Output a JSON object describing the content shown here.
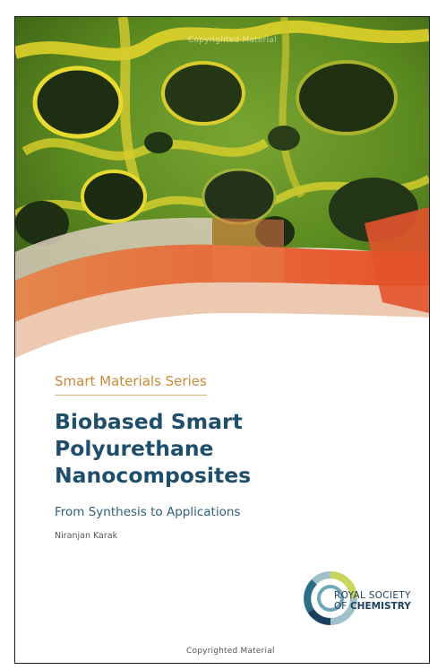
{
  "cover": {
    "watermark_top": "Copyrighted Material",
    "watermark_bottom": "Copyrighted Material",
    "series": "Smart Materials Series",
    "title_lines": [
      "Biobased Smart",
      "Polyurethane",
      "Nanocomposites"
    ],
    "subtitle": "From Synthesis to Applications",
    "author": "Niranjan Karak",
    "publisher": {
      "line1": "ROYAL SOCIETY",
      "line2_prefix": "OF",
      "line2": "CHEMISTRY",
      "logo_icon": "rsc-ring-logo-icon"
    }
  },
  "colors": {
    "title": "#1f4e6b",
    "series": "#c98a3a",
    "orange": "#e85a2c",
    "green": "#5d8a1f",
    "yellow": "#e8d830"
  }
}
